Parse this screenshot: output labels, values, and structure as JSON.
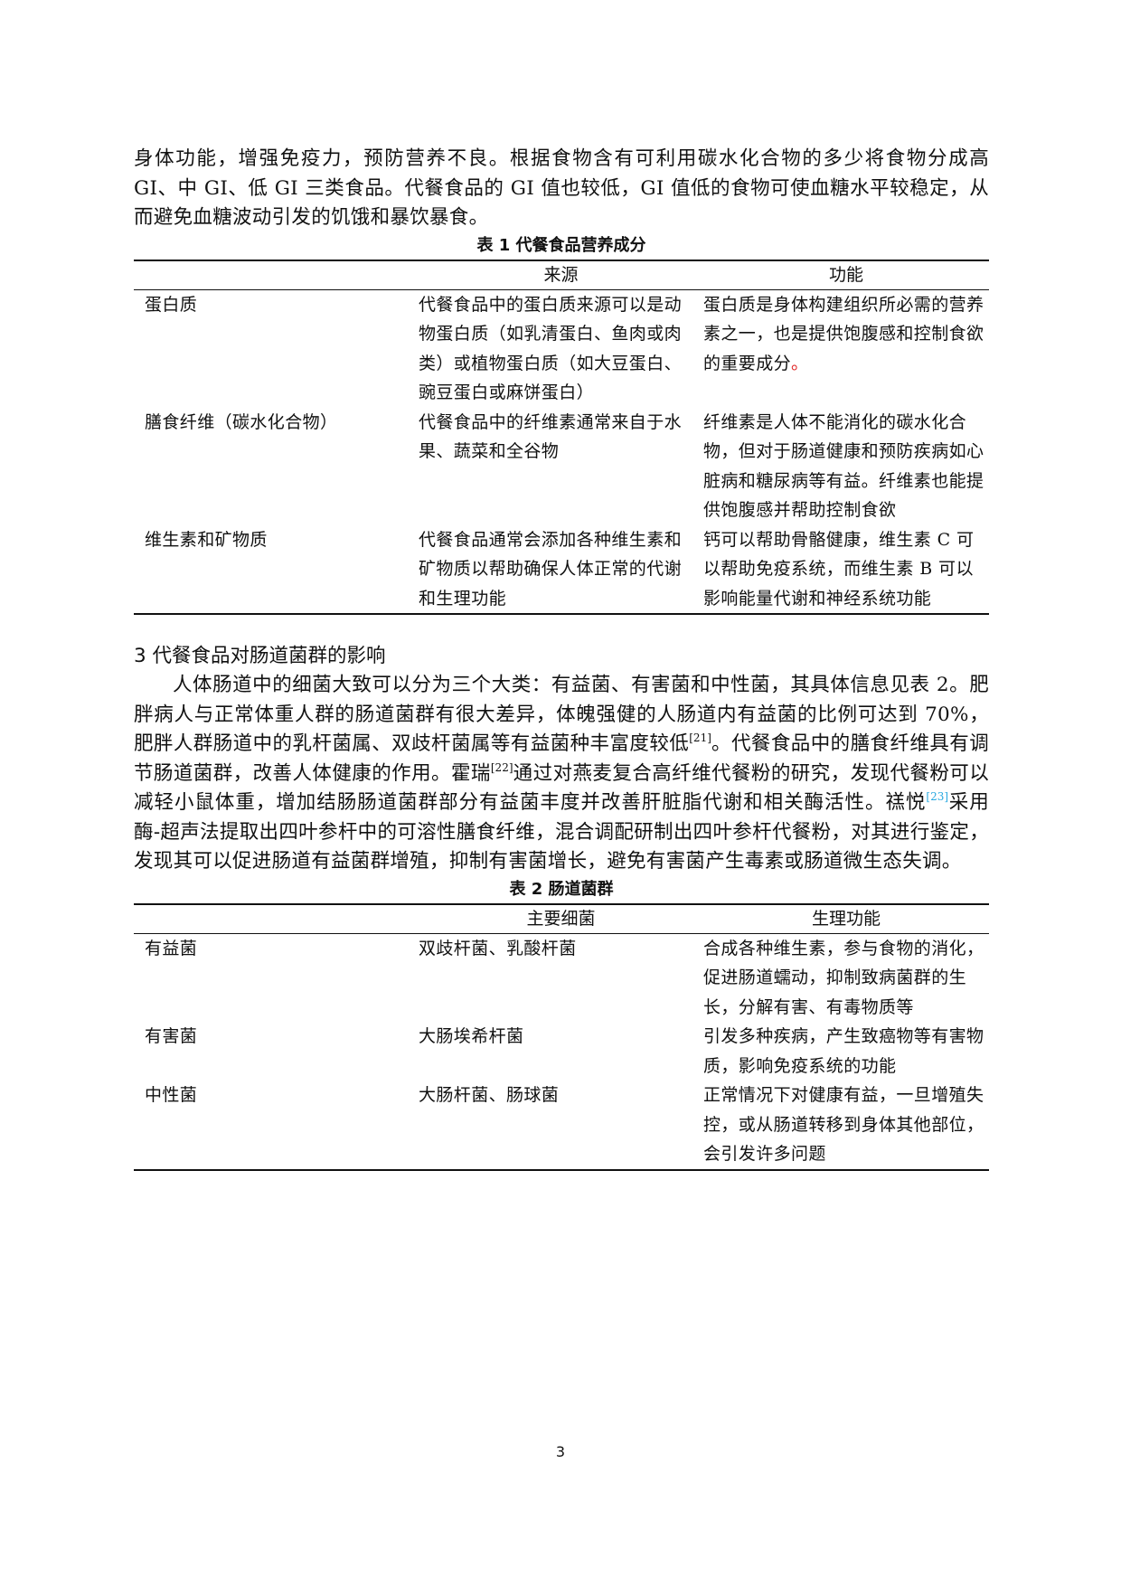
{
  "intro_paragraph": "身体功能，增强免疫力，预防营养不良。根据食物含有可利用碳水化合物的多少将食物分成高 GI、中 GI、低 GI 三类食品。代餐食品的 GI 值也较低，GI 值低的食物可使血糖水平较稳定，从而避免血糖波动引发的饥饿和暴饮暴食。",
  "table1": {
    "caption": "表 1 代餐食品营养成分",
    "headers": [
      "",
      "来源",
      "功能"
    ],
    "rows": [
      {
        "name": "蛋白质",
        "source": "代餐食品中的蛋白质来源可以是动物蛋白质（如乳清蛋白、鱼肉或肉类）或植物蛋白质（如大豆蛋白、豌豆蛋白或麻饼蛋白）",
        "function": "蛋白质是身体构建组织所必需的营养素之一，也是提供饱腹感和控制食欲的重要成分",
        "function_end_mark": "。"
      },
      {
        "name": "膳食纤维（碳水化合物）",
        "source": "代餐食品中的纤维素通常来自于水果、蔬菜和全谷物",
        "function": "纤维素是人体不能消化的碳水化合物，但对于肠道健康和预防疾病如心脏病和糖尿病等有益。纤维素也能提供饱腹感并帮助控制食欲",
        "function_end_mark": ""
      },
      {
        "name": "维生素和矿物质",
        "source": "代餐食品通常会添加各种维生素和矿物质以帮助确保人体正常的代谢和生理功能",
        "function": "钙可以帮助骨骼健康，维生素 C 可以帮助免疫系统，而维生素 B 可以影响能量代谢和神经系统功能",
        "function_end_mark": ""
      }
    ]
  },
  "section3": {
    "heading": "3 代餐食品对肠道菌群的影响",
    "paragraph_parts": {
      "p1": "人体肠道中的细菌大致可以分为三个大类：有益菌、有害菌和中性菌，其具体信息见表 2。肥胖病人与正常体重人群的肠道菌群有很大差异，体魄强健的人肠道内有益菌的比例可达到 70%，肥胖人群肠道中的乳杆菌属、双歧杆菌属等有益菌种丰富度较低",
      "cite1": "[21]",
      "p2": "。代餐食品中的膳食纤维具有调节肠道菌群，改善人体健康的作用。霍瑞",
      "cite2": "[22]",
      "p3": "通过对燕麦复合高纤维代餐粉的研究，发现代餐粉可以减轻小鼠体重，增加结肠肠道菌群部分有益菌丰度并改善肝脏脂代谢和相关酶活性。禚悦",
      "cite3": "[23]",
      "p4": "采用酶-超声法提取出四叶参杆中的可溶性膳食纤维，混合调配研制出四叶参杆代餐粉，对其进行鉴定，发现其可以促进肠道有益菌群增殖，抑制有害菌增长，避免有害菌产生毒素或肠道微生态失调。"
    }
  },
  "table2": {
    "caption": "表 2 肠道菌群",
    "headers": [
      "",
      "主要细菌",
      "生理功能"
    ],
    "rows": [
      {
        "name": "有益菌",
        "bacteria": "双歧杆菌、乳酸杆菌",
        "function": "合成各种维生素，参与食物的消化，促进肠道蠕动，抑制致病菌群的生长，分解有害、有毒物质等"
      },
      {
        "name": "有害菌",
        "bacteria": "大肠埃希杆菌",
        "function": "引发多种疾病，产生致癌物等有害物质，影响免疫系统的功能"
      },
      {
        "name": "中性菌",
        "bacteria": "大肠杆菌、肠球菌",
        "function": "正常情况下对健康有益，一旦增殖失控，或从肠道转移到身体其他部位，会引发许多问题"
      }
    ]
  },
  "colors": {
    "text": "#111111",
    "highlight_red": "#e02020",
    "citation_blue": "#2aa9e0"
  },
  "page_number": "3"
}
